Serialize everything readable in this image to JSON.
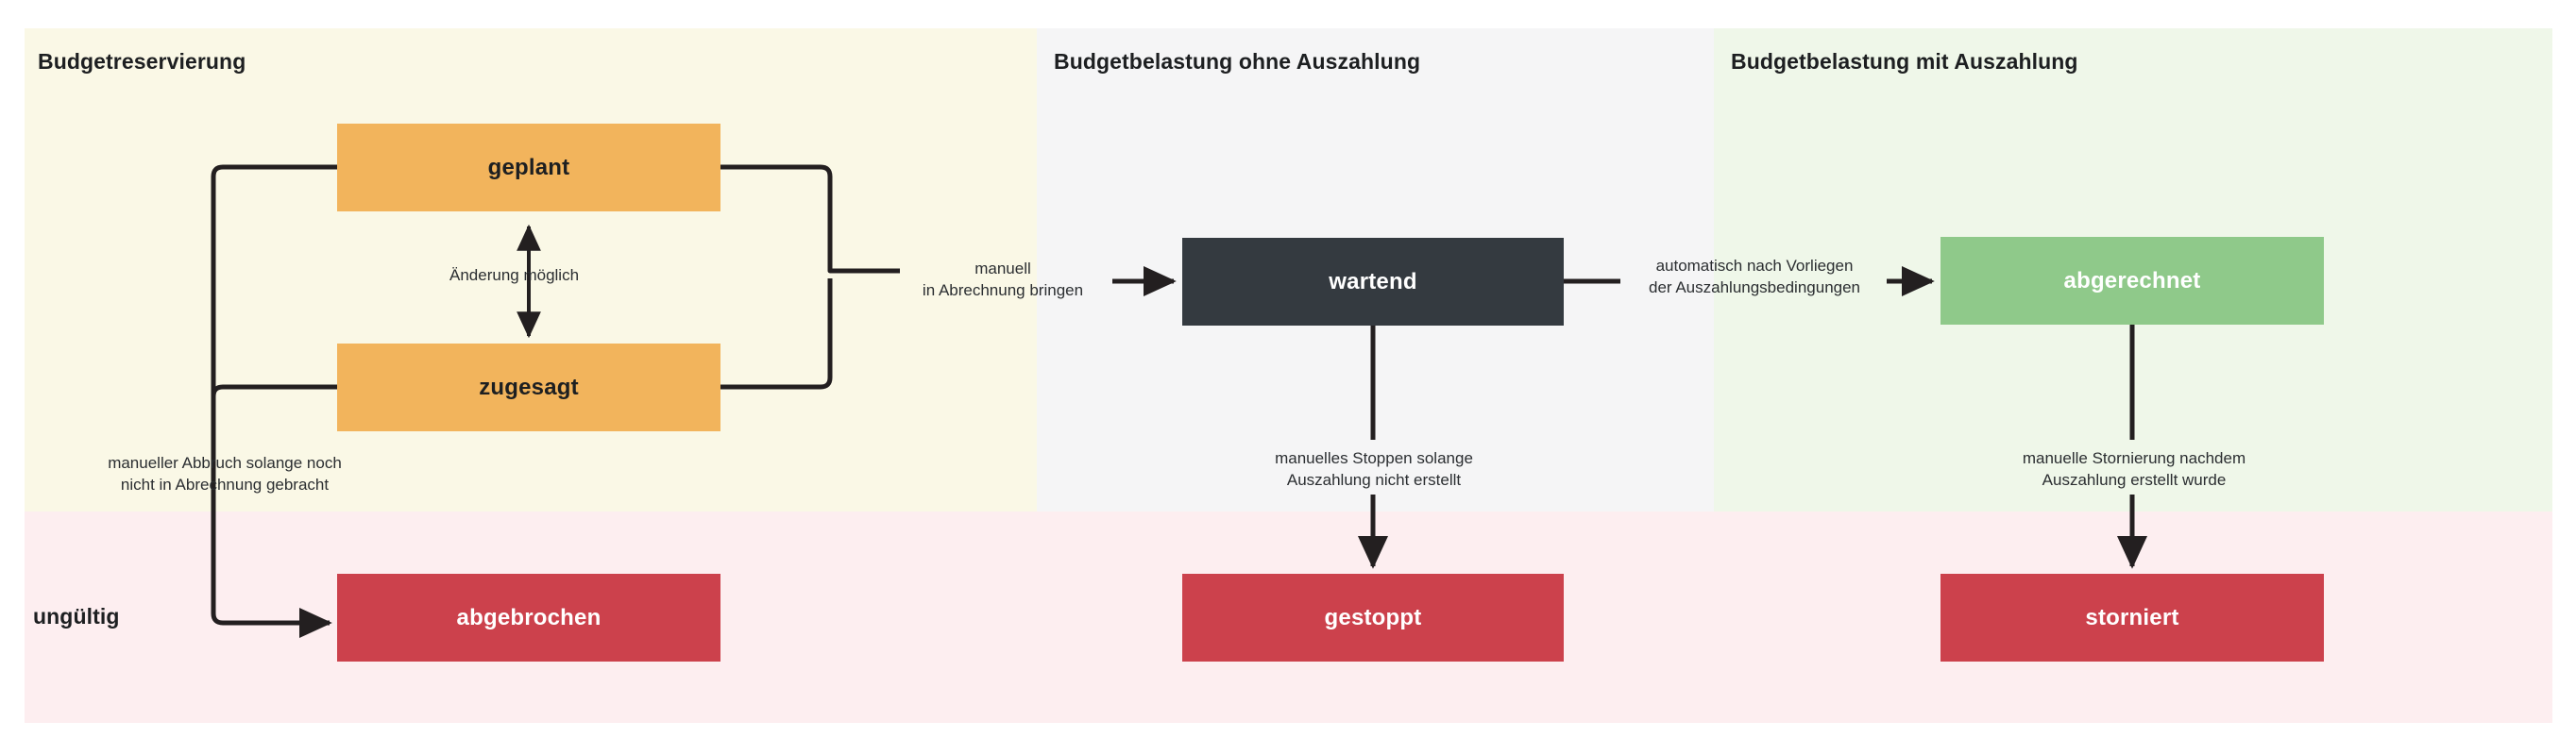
{
  "diagram": {
    "title_hidden": "",
    "lanes": [
      {
        "id": "reservierung",
        "label": "Budgetreservierung",
        "color": "#faf8e6"
      },
      {
        "id": "ohne",
        "label": "Budgetbelastung ohne Auszahlung",
        "color": "#f5f5f6"
      },
      {
        "id": "mit",
        "label": "Budgetbelastung mit Auszahlung",
        "color": "#eff7e9"
      },
      {
        "id": "ungueltig",
        "label": "ungültig",
        "color": "#fdeef0"
      }
    ],
    "nodes": [
      {
        "id": "geplant",
        "label": "geplant",
        "lane": "reservierung",
        "color": "#f2b45c"
      },
      {
        "id": "zugesagt",
        "label": "zugesagt",
        "lane": "reservierung",
        "color": "#f2b45c"
      },
      {
        "id": "wartend",
        "label": "wartend",
        "lane": "ohne",
        "color": "#343a40"
      },
      {
        "id": "abgerechnet",
        "label": "abgerechnet",
        "lane": "mit",
        "color": "#8fc98a"
      },
      {
        "id": "abgebrochen",
        "label": "abgebrochen",
        "lane": "ungueltig",
        "color": "#cc414c"
      },
      {
        "id": "gestoppt",
        "label": "gestoppt",
        "lane": "ungueltig",
        "color": "#cc414c"
      },
      {
        "id": "storniert",
        "label": "storniert",
        "lane": "ungueltig",
        "color": "#cc414c"
      }
    ],
    "edges": [
      {
        "id": "aenderung",
        "from": "zugesagt",
        "to": "geplant",
        "bidirectional": true,
        "label_line1": "Änderung möglich",
        "label_line2": ""
      },
      {
        "id": "manuell",
        "from": "geplant/zugesagt",
        "to": "wartend",
        "bidirectional": false,
        "label_line1": "manuell",
        "label_line2": "in Abrechnung bringen"
      },
      {
        "id": "automatisch",
        "from": "wartend",
        "to": "abgerechnet",
        "bidirectional": false,
        "label_line1": "automatisch nach Vorliegen",
        "label_line2": "der Auszahlungsbedingungen"
      },
      {
        "id": "abbruch",
        "from": "geplant/zugesagt",
        "to": "abgebrochen",
        "bidirectional": false,
        "label_line1": "manueller Abbruch solange noch",
        "label_line2": "nicht in Abrechnung gebracht"
      },
      {
        "id": "stoppen",
        "from": "wartend",
        "to": "gestoppt",
        "bidirectional": false,
        "label_line1": "manuelles Stoppen solange",
        "label_line2": "Auszahlung nicht erstellt"
      },
      {
        "id": "stornierung",
        "from": "abgerechnet",
        "to": "storniert",
        "bidirectional": false,
        "label_line1": "manuelle Stornierung nachdem",
        "label_line2": "Auszahlung erstellt wurde"
      }
    ],
    "colors": {
      "edge_stroke": "#231f20",
      "text_dark": "#1d1f21",
      "text_label": "#2b2e31"
    }
  }
}
